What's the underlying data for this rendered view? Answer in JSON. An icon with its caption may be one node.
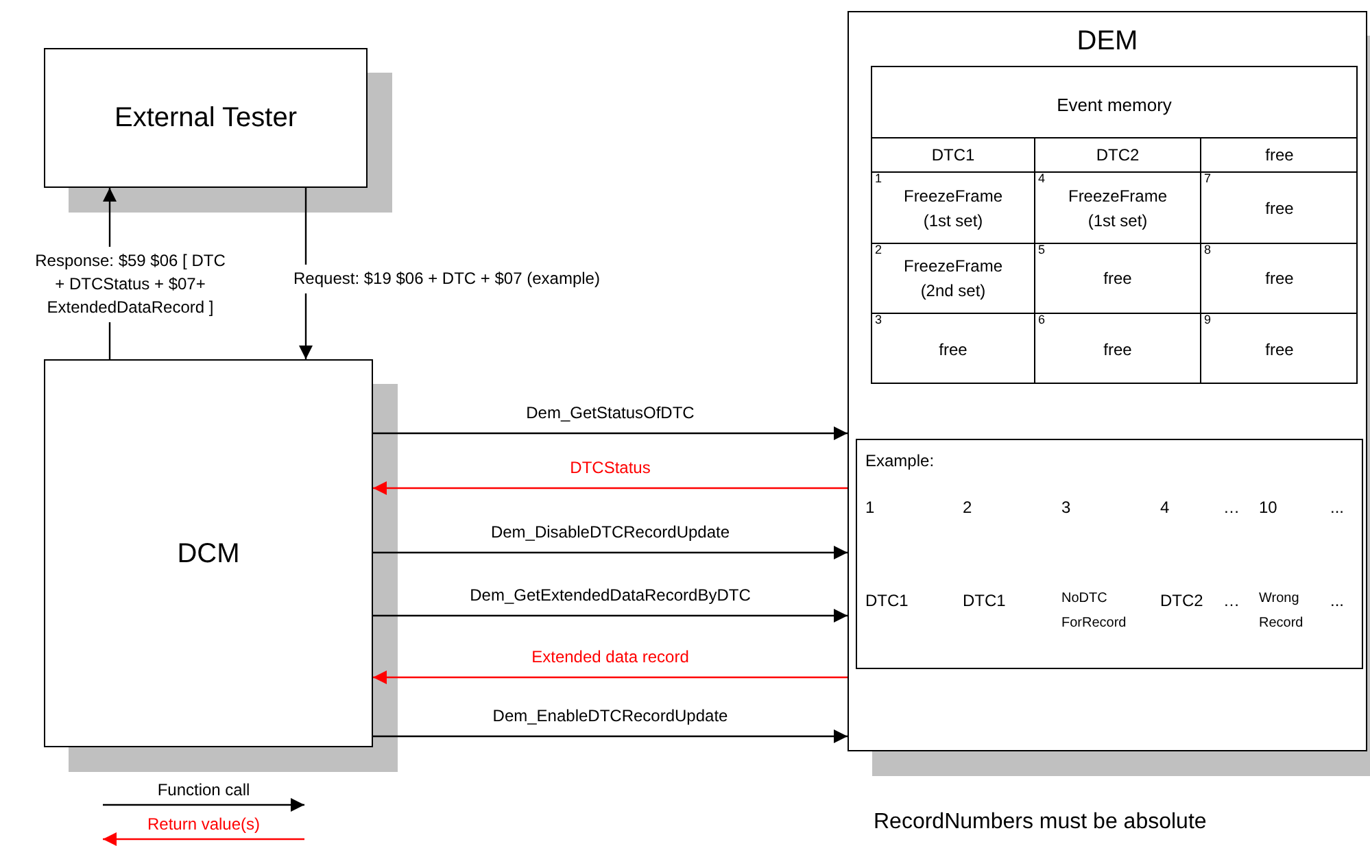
{
  "diagram": {
    "nodes": [
      {
        "text": [
          "External Tester"
        ]
      },
      {
        "text": [
          "DCM"
        ]
      },
      {
        "text": [
          "DEM"
        ]
      },
      {
        "text": [
          "Event memory"
        ],
        "in": 2
      },
      {
        "text": [
          "Example:"
        ],
        "in": 2
      }
    ],
    "edges": [
      {
        "from": 1,
        "to": 0,
        "arrow": "to",
        "label": "Response: $59 $06 [ DTC + DTCStatus + $07+ ExtendedDataRecord ]"
      },
      {
        "from": 0,
        "to": 1,
        "arrow": "to",
        "label": "Request: $19 $06 + DTC + $07 (example)"
      },
      {
        "from": 1,
        "to": 2,
        "arrow": "to",
        "label": "Dem_GetStatusOfDTC"
      },
      {
        "from": 2,
        "to": 1,
        "arrow": "to",
        "label": "DTCStatus",
        "color": "#ff0000"
      },
      {
        "from": 1,
        "to": 2,
        "arrow": "to",
        "label": "Dem_DisableDTCRecordUpdate"
      },
      {
        "from": 1,
        "to": 2,
        "arrow": "to",
        "label": "Dem_GetExtendedDataRecordByDTC"
      },
      {
        "from": 2,
        "to": 1,
        "arrow": "to",
        "label": "Extended data record",
        "color": "#ff0000"
      },
      {
        "from": 1,
        "to": 2,
        "arrow": "to",
        "label": "Dem_EnableDTCRecordUpdate"
      }
    ],
    "labels": [
      "DTC1",
      "DTC2",
      "free",
      "1",
      "FreezeFrame (1st set)",
      "4",
      "FreezeFrame (1st set)",
      "7",
      "free",
      "2",
      "FreezeFrame (2nd set)",
      "5",
      "free",
      "8",
      "free",
      "3",
      "free",
      "6",
      "free",
      "9",
      "free",
      "1",
      "2",
      "3",
      "4",
      "…",
      "10",
      "...",
      "DTC1",
      "DTC1",
      "NoDTC ForRecord",
      "DTC2",
      "…",
      "Wrong Record",
      "...",
      "RecordNumbers must be absolute"
    ],
    "legend": [
      {
        "text": "Function call"
      },
      {
        "text": "Return value(s)"
      }
    ]
  }
}
